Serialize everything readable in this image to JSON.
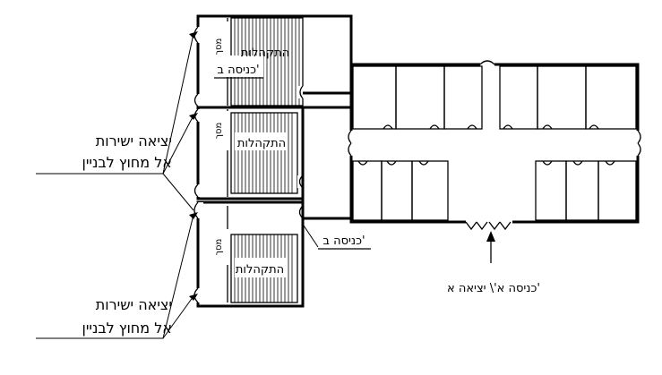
{
  "labels": {
    "exit_direct": "יציאה ישירות",
    "outside_building": "אל מחוץ לבניין",
    "entrance_b": "כניסה ב'",
    "entrance_b_top": "כניסה ב'",
    "entrance_a_exit_a": "כניסה א'\\ יציאה א'",
    "assembly": "התקהלות",
    "screen": "מסך"
  }
}
